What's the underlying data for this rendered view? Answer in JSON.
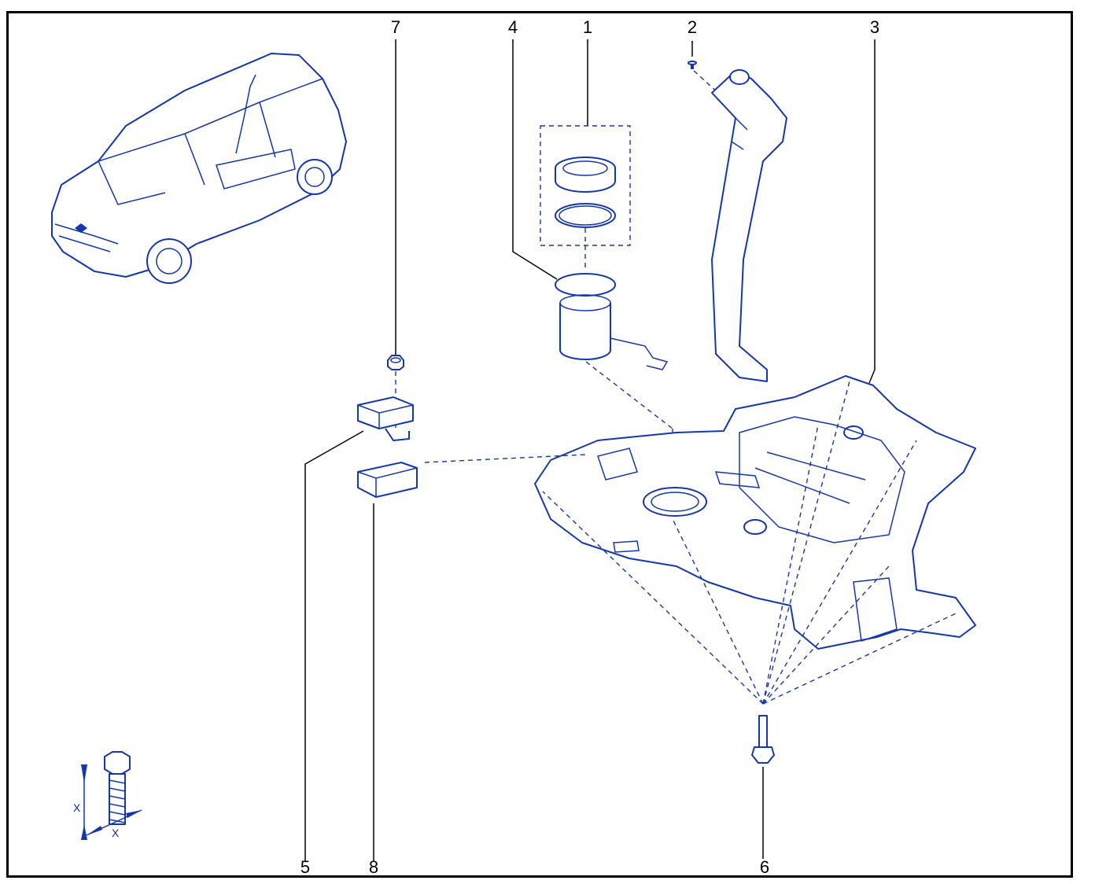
{
  "callouts": {
    "n1": "1",
    "n2": "2",
    "n3": "3",
    "n4": "4",
    "n5": "5",
    "n6": "6",
    "n7": "7",
    "n8": "8"
  },
  "torque_symbol": {
    "x_label_vertical": "X",
    "x_label_horizontal": "X"
  },
  "colors": {
    "line_art": "#1437b0",
    "leader_lines": "#000000",
    "frame": "#000000"
  },
  "parts": [
    "vehicle-overview",
    "pump-lock-ring",
    "pump-seal",
    "fuel-pump-module",
    "filler-neck-screw",
    "filler-neck",
    "fuel-tank",
    "bracket-nut",
    "mounting-bracket",
    "electronic-module",
    "tank-bolt",
    "torque-tightening-symbol"
  ]
}
